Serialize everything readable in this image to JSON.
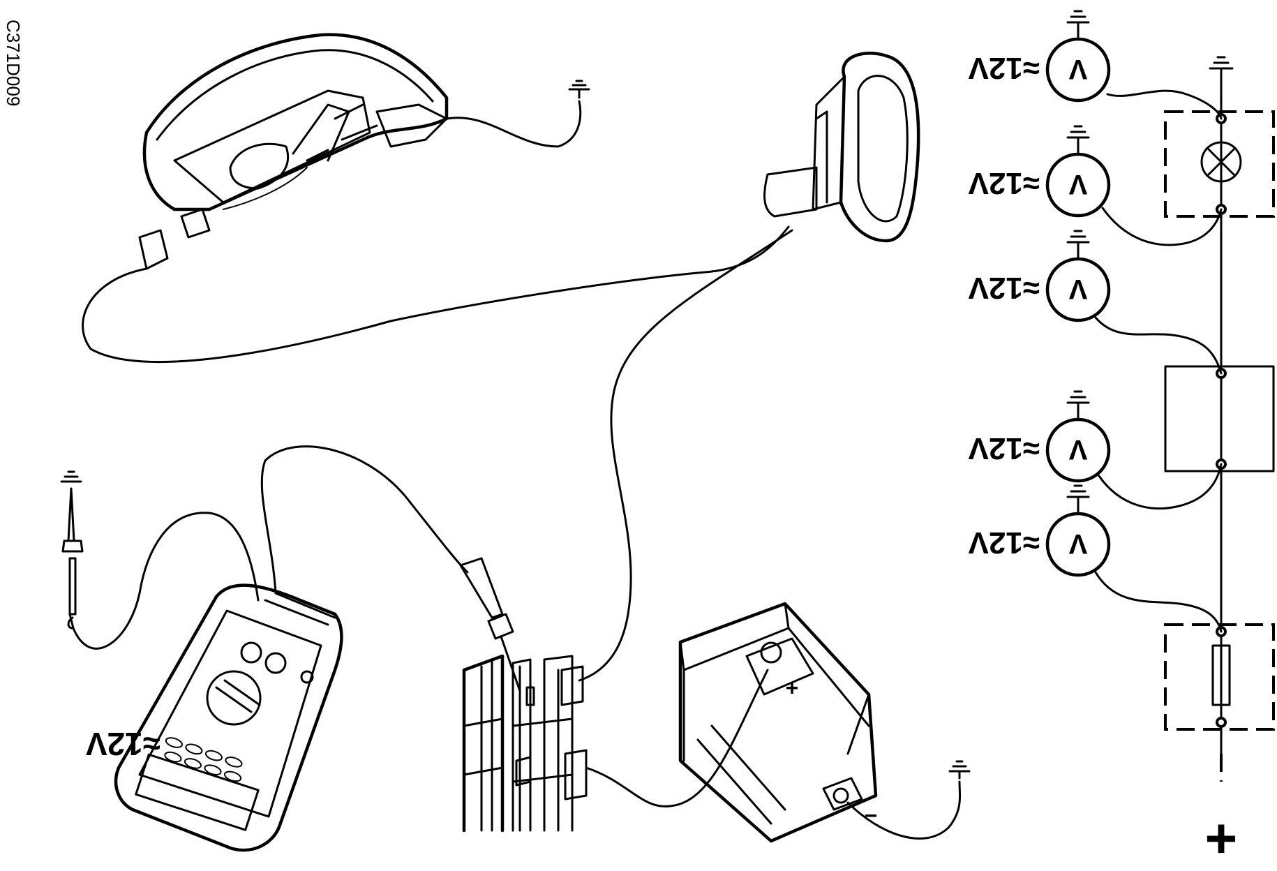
{
  "figure": {
    "code": "C371D009"
  },
  "multimeter": {
    "reading_label": "≈12V",
    "icon": "multimeter-icon"
  },
  "schematic": {
    "voltmeter_symbol": "V",
    "voltmeters": [
      {
        "reading": "≈12V"
      },
      {
        "reading": "≈12V"
      },
      {
        "reading": "≈12V"
      },
      {
        "reading": "≈12V"
      },
      {
        "reading": "≈12V"
      }
    ],
    "supply_symbol": "+",
    "icons": [
      "lamp-icon",
      "fuse-icon",
      "switch-box-icon",
      "ground-icon"
    ]
  },
  "battery": {
    "positive_symbol": "+",
    "negative_symbol": "−",
    "icon": "battery-icon"
  }
}
